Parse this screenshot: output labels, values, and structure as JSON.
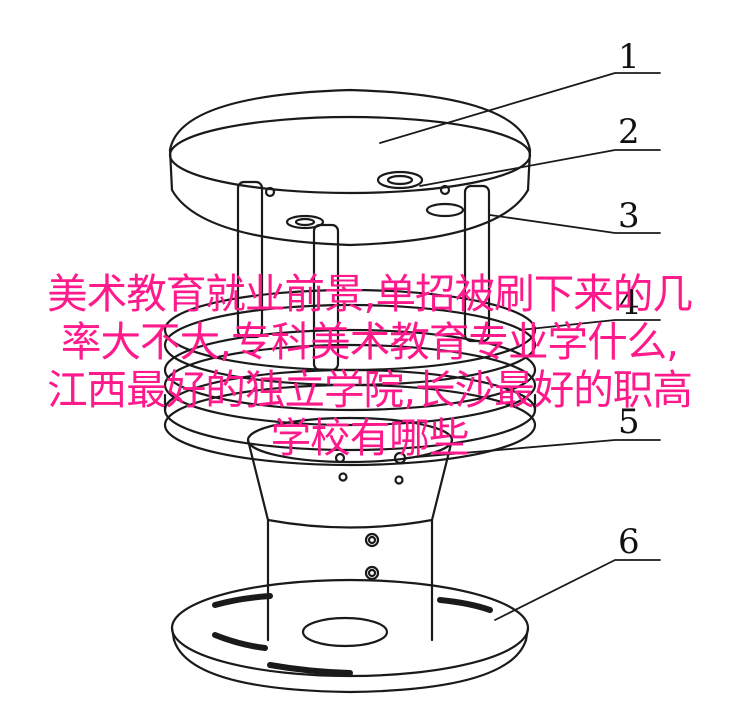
{
  "diagram": {
    "stroke_color": "#1a1a1a",
    "part_numbers": [
      "1",
      "2",
      "3",
      "4",
      "5",
      "6"
    ]
  },
  "overlay": {
    "color": "#ff1a8c",
    "lines": [
      "美术教育就业前景,单招被刷下来的几",
      "率大不大,专科美术教育专业学什么,",
      "江西最好的独立学院,长沙最好的职高",
      "学校有哪些"
    ]
  }
}
